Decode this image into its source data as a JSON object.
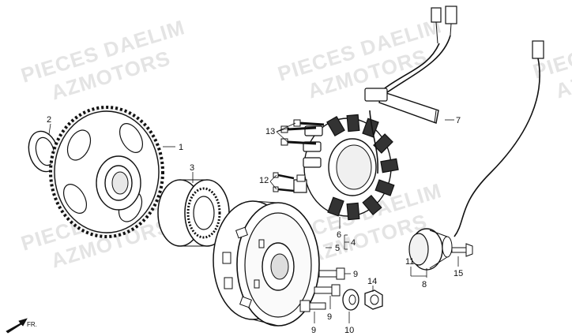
{
  "watermarks": [
    {
      "line1": "PIECES DAELIM",
      "line2": "AZMOTORS"
    },
    {
      "line1": "PIECES DAELIM",
      "line2": "AZMOTORS"
    },
    {
      "line1": "PIECES DAELIM",
      "line2": "AZMOTORS"
    },
    {
      "line1": "PIECES DAELIM",
      "line2": "AZMOTORS"
    },
    {
      "line1": "PIECES",
      "line2": "AZ"
    }
  ],
  "part_labels": {
    "p1": "1",
    "p2": "2",
    "p3": "3",
    "p4": "4",
    "p5": "5",
    "p6": "6",
    "p7": "7",
    "p8": "8",
    "p9a": "9",
    "p9b": "9",
    "p9c": "9",
    "p10": "10",
    "p11": "11",
    "p12": "12",
    "p13": "13",
    "p14": "14",
    "p15": "15"
  },
  "direction_label": "FR."
}
